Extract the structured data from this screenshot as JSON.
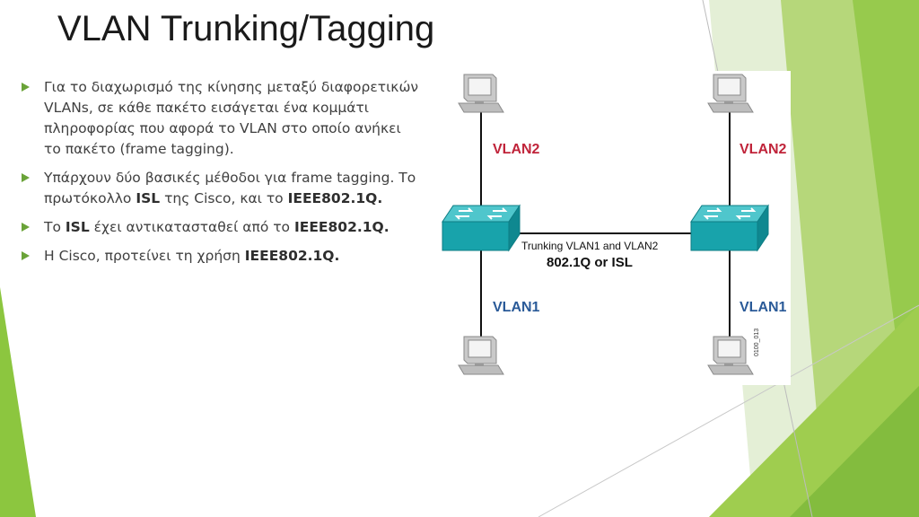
{
  "slide": {
    "title": "VLAN Trunking/Tagging",
    "accent_color": "#6aa338"
  },
  "bullets": [
    {
      "segments": [
        {
          "text": "Για το διαχωρισμό της κίνησης μεταξύ διαφορετικών VLANs, σε κάθε πακέτο εισάγεται ένα κομμάτι πληροφορίας που αφορά το VLAN στο οποίο ανήκει το πακέτο (frame tagging).",
          "bold": false
        }
      ]
    },
    {
      "segments": [
        {
          "text": "Υπάρχουν δύο βασικές μέθοδοι για frame tagging. Το πρωτόκολλο ",
          "bold": false
        },
        {
          "text": "ISL",
          "bold": true
        },
        {
          "text": " της Cisco, και το ",
          "bold": false
        },
        {
          "text": "IEEE802.1Q.",
          "bold": true
        }
      ]
    },
    {
      "segments": [
        {
          "text": "Το ",
          "bold": false
        },
        {
          "text": "ISL",
          "bold": true
        },
        {
          "text": " έχει αντικατασταθεί από το ",
          "bold": false
        },
        {
          "text": "IEEE802.1Q.",
          "bold": true
        }
      ]
    },
    {
      "segments": [
        {
          "text": "Η Cisco, προτείνει τη χρήση ",
          "bold": false
        },
        {
          "text": "IEEE802.1Q.",
          "bold": true
        }
      ]
    }
  ],
  "diagram": {
    "labels": {
      "top_left": "VLAN2",
      "top_right": "VLAN2",
      "bottom_left": "VLAN1",
      "bottom_right": "VLAN1"
    },
    "trunk_label": "Trunking VLAN1 and VLAN2",
    "trunk_protocol": "802.1Q or ISL",
    "figure_id": "0100_013",
    "colors": {
      "vlan2": "#c0243a",
      "vlan1": "#2a5a98",
      "switch": "#17a0a8"
    }
  }
}
